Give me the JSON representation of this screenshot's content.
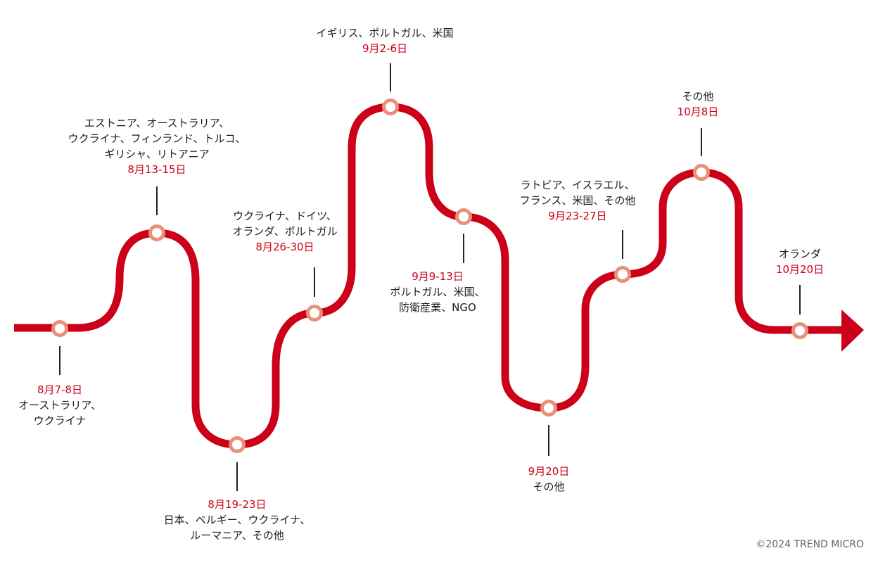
{
  "colors": {
    "line": "#cc0018",
    "node_ring": "#e8907a",
    "stem": "#222222",
    "date": "#cc0018",
    "text": "#1a1a1a"
  },
  "events": [
    {
      "id": "e1",
      "date": "8月7-8日",
      "lines": [
        "オーストラリア、",
        "ウクライナ"
      ]
    },
    {
      "id": "e2",
      "date": "8月13-15日",
      "lines": [
        "エストニア、オーストラリア、",
        "ウクライナ、フィンランド、トルコ、",
        "ギリシャ、リトアニア"
      ]
    },
    {
      "id": "e3",
      "date": "8月19-23日",
      "lines": [
        "日本、ベルギー、ウクライナ、",
        "ルーマニア、その他"
      ]
    },
    {
      "id": "e4",
      "date": "8月26-30日",
      "lines": [
        "ウクライナ、ドイツ、",
        "オランダ、ポルトガル"
      ]
    },
    {
      "id": "e5",
      "date": "9月2-6日",
      "lines": [
        "イギリス、ポルトガル、米国"
      ]
    },
    {
      "id": "e6",
      "date": "9月9-13日",
      "lines": [
        "ポルトガル、米国、",
        "防衛産業、NGO"
      ]
    },
    {
      "id": "e7",
      "date": "9月20日",
      "lines": [
        "その他"
      ]
    },
    {
      "id": "e8",
      "date": "9月23-27日",
      "lines": [
        "ラトビア、イスラエル、",
        "フランス、米国、その他"
      ]
    },
    {
      "id": "e9",
      "date": "10月8日",
      "lines": [
        "その他"
      ]
    },
    {
      "id": "e10",
      "date": "10月20日",
      "lines": [
        "オランダ"
      ]
    }
  ],
  "copyright": "©2024 TREND MICRO"
}
